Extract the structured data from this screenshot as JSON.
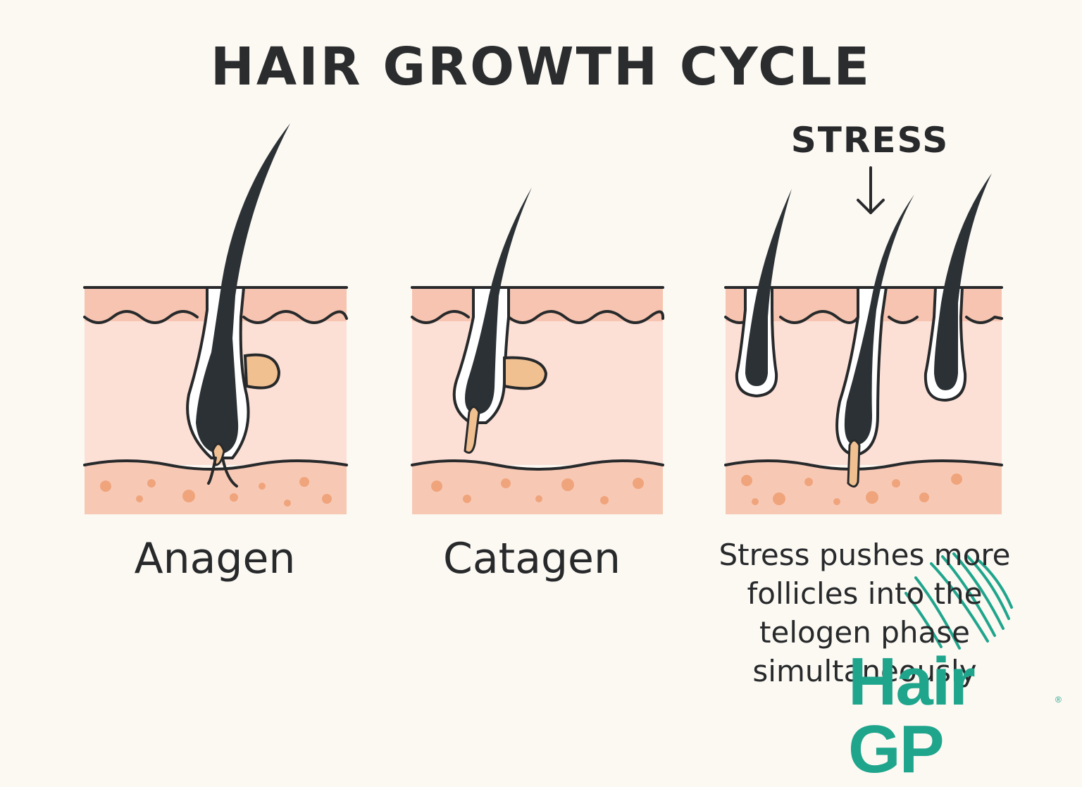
{
  "title": "HAIR GROWTH CYCLE",
  "stress_label": "STRESS",
  "phases": [
    {
      "label": "Anagen"
    },
    {
      "label": "Catagen"
    }
  ],
  "stress_caption_lines": [
    "Stress pushes more",
    "follicles into the",
    "telogen phase",
    "simultaneously"
  ],
  "logo": {
    "text": "Hair GP",
    "registered": "®"
  },
  "colors": {
    "background": "#fcf9f3",
    "hair": "#2b3135",
    "epidermis": "#f6c4b0",
    "dermis": "#fce0d6",
    "subcutaneous": "#f7c9b5",
    "gland": "#f1c091",
    "logo": "#1fa58c"
  },
  "icons": [
    "down-arrow-icon",
    "hair-strand-icon"
  ]
}
